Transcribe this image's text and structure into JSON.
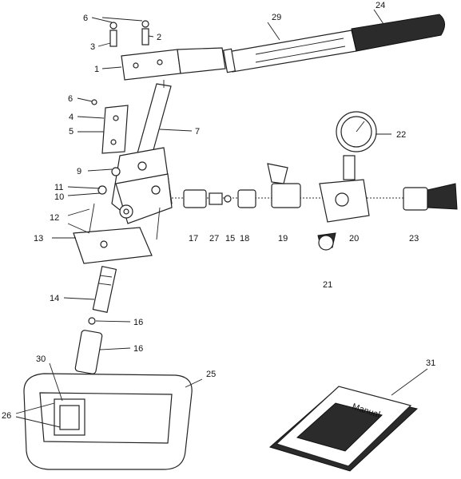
{
  "parts": [
    "1",
    "2",
    "3",
    "4",
    "5",
    "6",
    "7",
    "9",
    "10",
    "11",
    "12",
    "13",
    "14",
    "15",
    "16",
    "17",
    "18",
    "19",
    "20",
    "21",
    "22",
    "23",
    "24",
    "25",
    "26",
    "27",
    "29",
    "30",
    "31"
  ],
  "manual_cover_text": "Manual"
}
